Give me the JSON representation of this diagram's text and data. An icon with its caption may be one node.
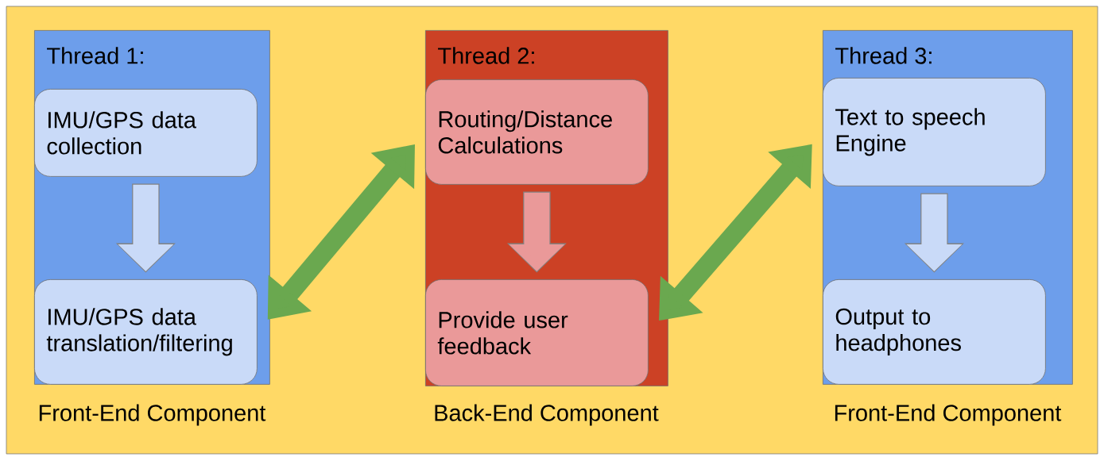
{
  "diagram": {
    "nodes": [
      {
        "text": [
          "Thread 1:"
        ],
        "beside": [
          "Front-End Component"
        ]
      },
      {
        "text": [
          "IMU/GPS data collection"
        ],
        "in": 0
      },
      {
        "text": [
          "IMU/GPS data translation/filtering"
        ],
        "in": 0
      },
      {
        "text": [
          "Thread 2:"
        ],
        "beside": [
          "Back-End Component"
        ]
      },
      {
        "text": [
          "Routing/Distance Calculations"
        ],
        "in": 3
      },
      {
        "text": [
          "Provide user feedback"
        ],
        "in": 3
      },
      {
        "text": [
          "Thread 3:"
        ],
        "beside": [
          "Front-End Component"
        ]
      },
      {
        "text": [
          "Text to speech Engine"
        ],
        "in": 6
      },
      {
        "text": [
          "Output to headphones"
        ],
        "in": 6
      }
    ],
    "edges": [
      {
        "from": 1,
        "to": 2,
        "arrow": "to",
        "color": "#c9daf8"
      },
      {
        "from": 2,
        "to": 4,
        "arrow": "both",
        "color": "#6aa84f"
      },
      {
        "from": 4,
        "to": 5,
        "arrow": "to",
        "color": "#ea9999"
      },
      {
        "from": 5,
        "to": 7,
        "arrow": "both",
        "color": "#6aa84f"
      },
      {
        "from": 7,
        "to": 8,
        "arrow": "to",
        "color": "#c9daf8"
      }
    ]
  }
}
